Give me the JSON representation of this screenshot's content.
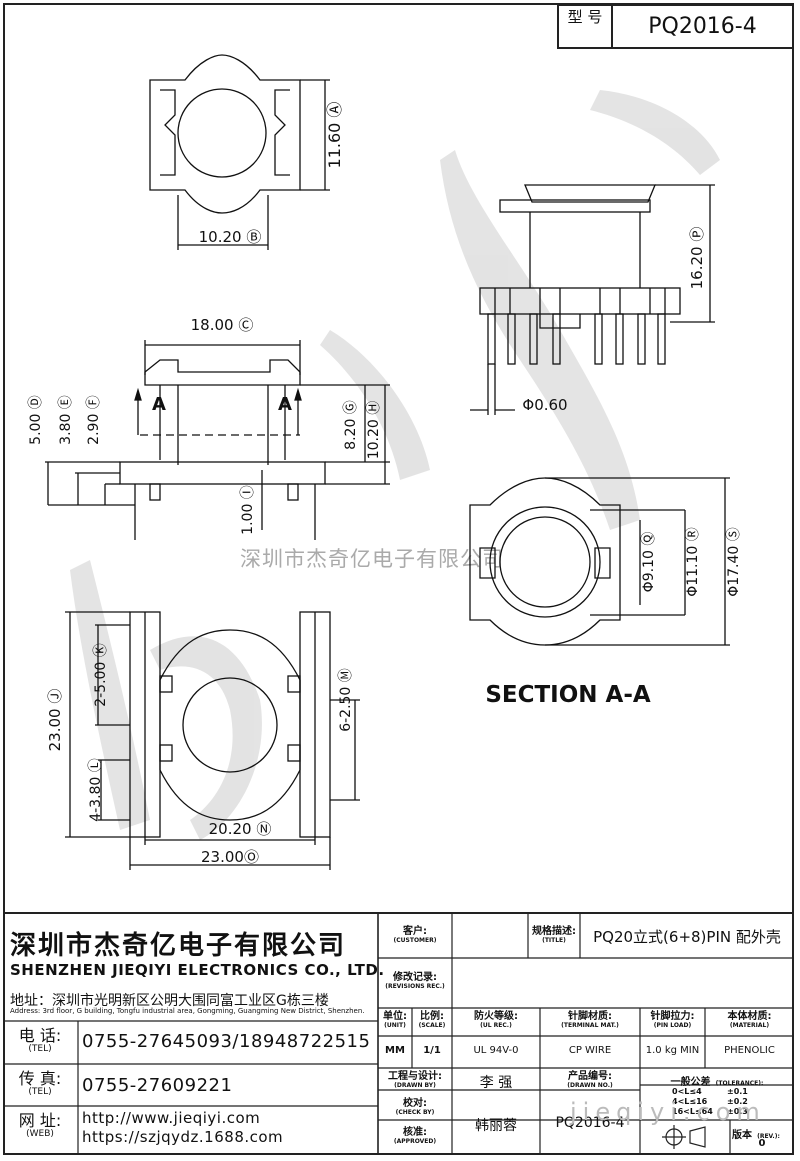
{
  "header": {
    "model_label": "型 号",
    "model_no": "PQ2016-4"
  },
  "watermarks": {
    "center": "深圳市杰奇亿电子有限公司",
    "bottom": "jieqiyi.com"
  },
  "dims": {
    "a": "11.60 Ⓐ",
    "b": "10.20 Ⓑ",
    "c": "18.00 Ⓒ",
    "d": "5.00 Ⓓ",
    "e": "3.80 Ⓔ",
    "f": "2.90 Ⓕ",
    "g": "8.20 Ⓖ",
    "h": "10.20 Ⓗ",
    "i": "1.00 Ⓘ",
    "j": "23.00 Ⓙ",
    "k": "2-5.00 Ⓚ",
    "l": "4-3.80 Ⓛ",
    "m": "6-2.50 Ⓜ",
    "n": "20.20 Ⓝ",
    "o": "23.00Ⓞ",
    "p": "16.20 Ⓟ",
    "pin": "Φ0.60",
    "q": "Φ9.10 Ⓠ",
    "r": "Φ11.10 Ⓡ",
    "s": "Φ17.40 Ⓢ",
    "section_mark": "A",
    "section_title": "SECTION A-A"
  },
  "company": {
    "name_cn": "深圳市杰奇亿电子有限公司",
    "name_en": "SHENZHEN JIEQIYI ELECTRONICS CO., LTD.",
    "addr_cn": "地址：深圳市光明新区公明大围同富工业区G栋三楼",
    "addr_en": "Address: 3rd floor, G building, Tongfu industrial area, Gongming, Guangming New District, Shenzhen.",
    "tel_label_cn": "电 话:",
    "tel_label_en": "(TEL)",
    "tel": "0755-27645093/18948722515",
    "fax_label_cn": "传 真:",
    "fax_label_en": "(TEL)",
    "fax": "0755-27609221",
    "web_label_cn": "网 址:",
    "web_label_en": "(WEB)",
    "web1": "http://www.jieqiyi.com",
    "web2": "https://szjqydz.1688.com"
  },
  "titleblock": {
    "customer_cn": "客户:",
    "customer_en": "(CUSTOMER)",
    "title_cn": "规格描述:",
    "title_en": "(TITLE)",
    "title": "PQ20立式(6+8)PIN 配外壳",
    "rev_cn": "修改记录:",
    "rev_en": "(REVISIONS REC.)",
    "unit_cn": "单位:",
    "unit_en": "(UNIT)",
    "unit": "MM",
    "scale_cn": "比例:",
    "scale_en": "(SCALE)",
    "scale": "1/1",
    "ulrec_cn": "防火等级:",
    "ulrec_en": "(UL REC.)",
    "ulrec": "UL 94V-0",
    "term_cn": "针脚材质:",
    "term_en": "(TERMINAL MAT.)",
    "term": "CP WIRE",
    "load_cn": "针脚拉力:",
    "load_en": "(PIN LOAD)",
    "load": "1.0 kg MIN",
    "mat_cn": "本体材质:",
    "mat_en": "(MATERIAL)",
    "mat": "PHENOLIC",
    "drawn_cn": "工程与设计:",
    "drawn_en": "(DRAWN BY)",
    "drawn": "李 强",
    "check_cn": "校对:",
    "check_en": "(CHECK BY)",
    "appr_cn": "核准:",
    "appr_en": "(APPROVED)",
    "appr": "韩丽蓉",
    "dwgno_cn": "产品编号:",
    "dwgno_en": "(DRAWN NO.)",
    "dwgno": "PQ2016-4",
    "tol_cn": "一般公差",
    "tol_en": "(TOLERANCE):",
    "tol": [
      [
        "0<L≤4",
        "±0.1"
      ],
      [
        "4<L≤16",
        "±0.2"
      ],
      [
        "16<L≤64",
        "±0.3"
      ]
    ],
    "rev_no_cn": "版本",
    "rev_no_en": "(REV.):",
    "rev_no": "0"
  }
}
